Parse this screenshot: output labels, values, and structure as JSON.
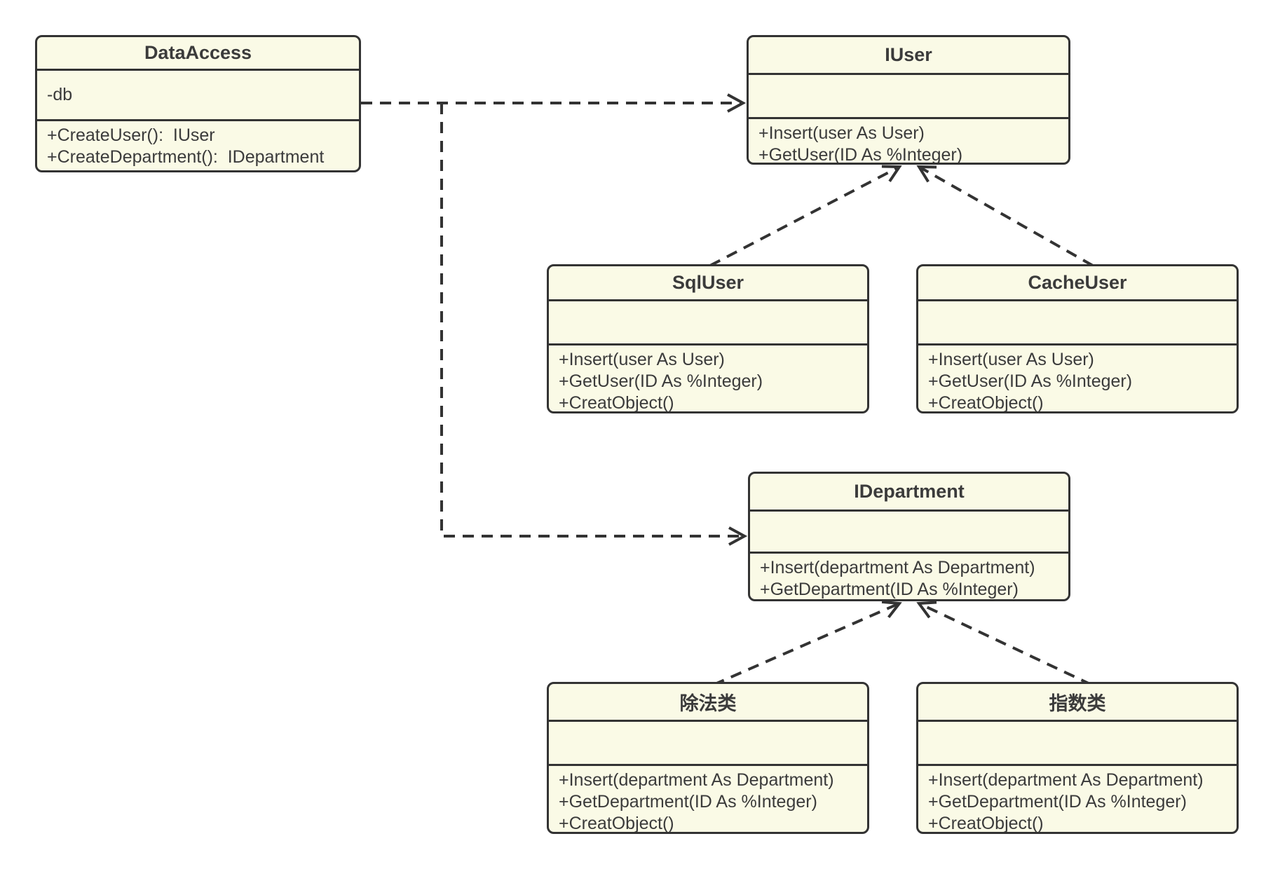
{
  "diagram": {
    "type": "uml-class-diagram",
    "colors": {
      "background": "#ffffff",
      "node_fill": "#fafae6",
      "node_border": "#333333",
      "text": "#3b3b3b",
      "connector": "#333333"
    },
    "classes": [
      {
        "title": "DataAccess",
        "attributes": [
          "-db"
        ],
        "methods": [
          "+CreateUser():  IUser",
          "+CreateDepartment():  IDepartment"
        ]
      },
      {
        "title": "IUser",
        "attributes": [],
        "methods": [
          "+Insert(user As User)",
          "+GetUser(ID As %Integer)"
        ]
      },
      {
        "title": "SqlUser",
        "attributes": [],
        "methods": [
          "+Insert(user As User)",
          "+GetUser(ID As %Integer)",
          "+CreatObject()"
        ]
      },
      {
        "title": "CacheUser",
        "attributes": [],
        "methods": [
          "+Insert(user As User)",
          "+GetUser(ID As %Integer)",
          "+CreatObject()"
        ]
      },
      {
        "title": "IDepartment",
        "attributes": [],
        "methods": [
          "+Insert(department As Department)",
          "+GetDepartment(ID As %Integer)"
        ]
      },
      {
        "title": "除法类",
        "attributes": [],
        "methods": [
          "+Insert(department As Department)",
          "+GetDepartment(ID As %Integer)",
          "+CreatObject()"
        ]
      },
      {
        "title": "指数类",
        "attributes": [],
        "methods": [
          "+Insert(department As Department)",
          "+GetDepartment(ID As %Integer)",
          "+CreatObject()"
        ]
      }
    ],
    "relations": [
      {
        "from": "DataAccess",
        "to": "IUser",
        "style": "dashed",
        "arrowhead": "open"
      },
      {
        "from": "DataAccess",
        "to": "IDepartment",
        "style": "dashed",
        "arrowhead": "open"
      },
      {
        "from": "SqlUser",
        "to": "IUser",
        "style": "dashed",
        "arrowhead": "open"
      },
      {
        "from": "CacheUser",
        "to": "IUser",
        "style": "dashed",
        "arrowhead": "open"
      },
      {
        "from": "除法类",
        "to": "IDepartment",
        "style": "dashed",
        "arrowhead": "open"
      },
      {
        "from": "指数类",
        "to": "IDepartment",
        "style": "dashed",
        "arrowhead": "open"
      }
    ]
  }
}
